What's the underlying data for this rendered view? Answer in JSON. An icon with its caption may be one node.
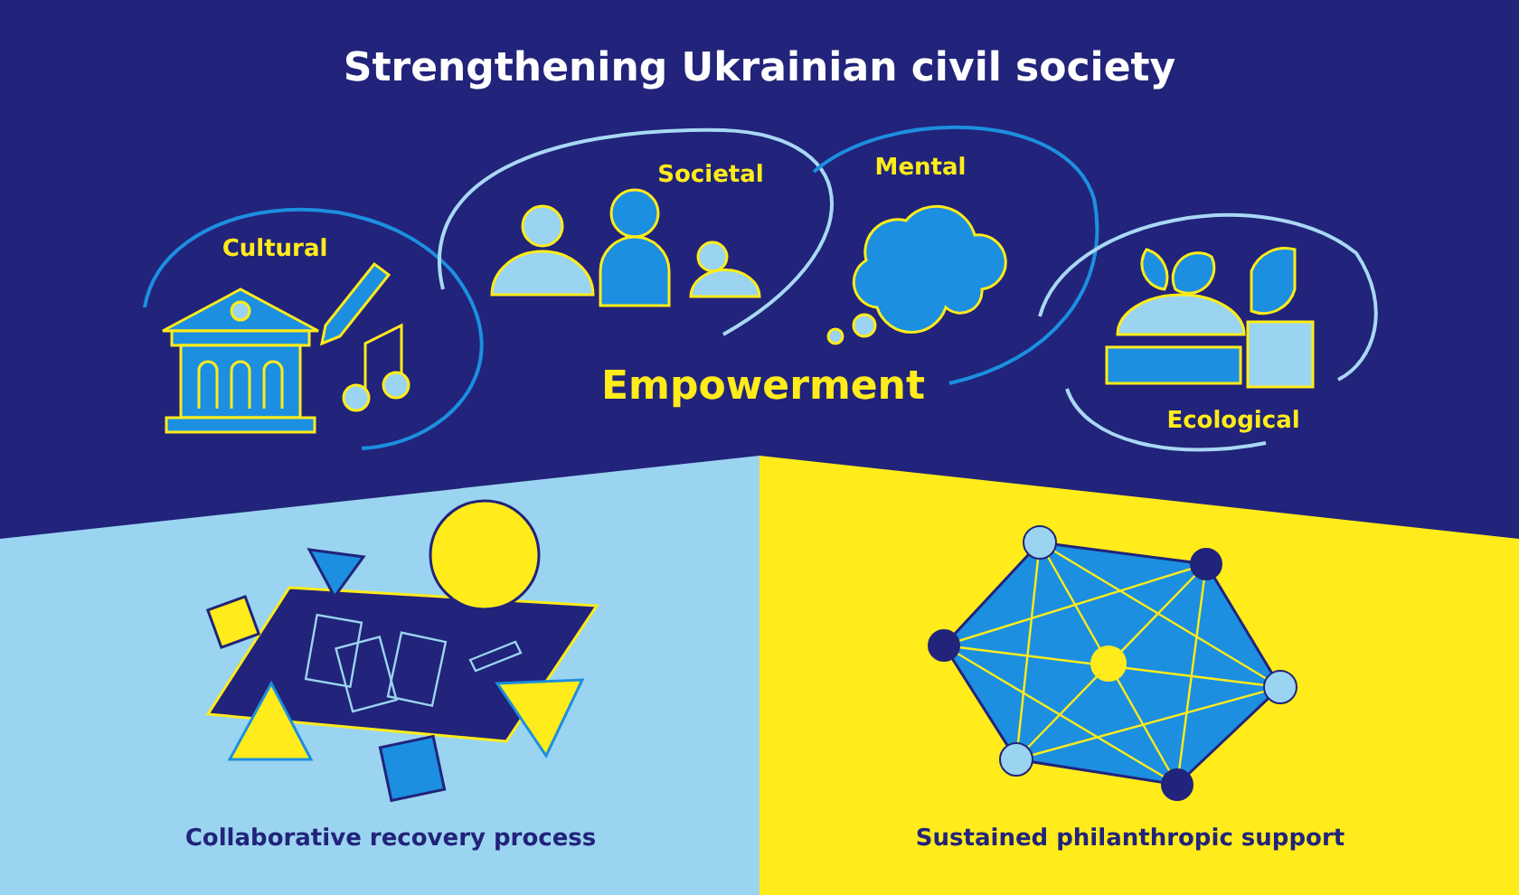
{
  "diagram": {
    "title": "Strengthening Ukrainian civil society",
    "labels": [
      "Cultural",
      "Societal",
      "Mental",
      "Empowerment",
      "Ecological",
      "Collaborative recovery process",
      "Sustained philanthropic support"
    ]
  }
}
